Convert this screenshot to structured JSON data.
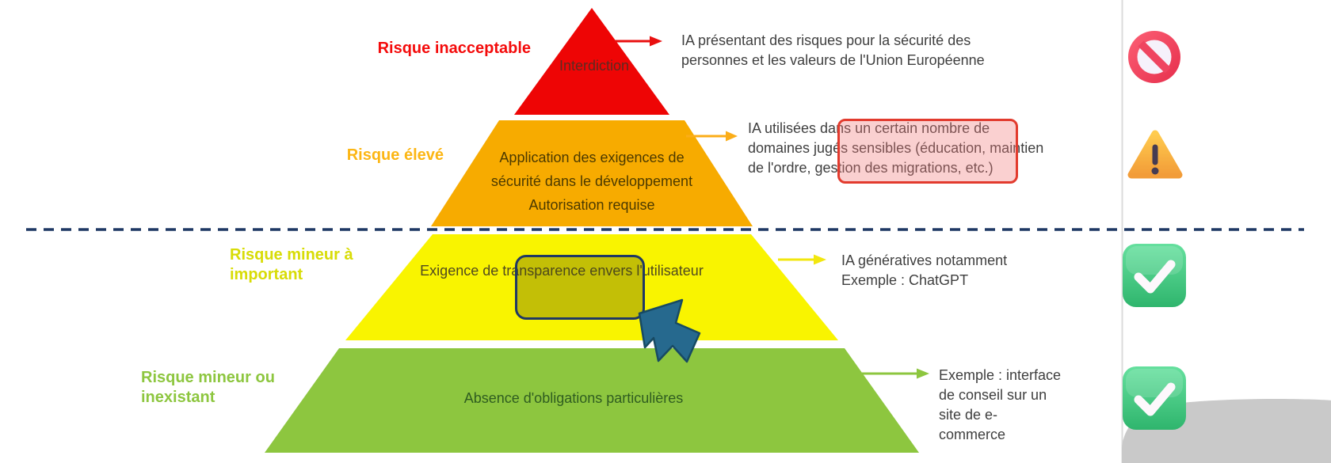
{
  "diagram": {
    "type": "risk-pyramid",
    "separator_style": "dashed",
    "levels": [
      {
        "name_lines": [
          "Risque inacceptable"
        ],
        "label_color": "#F40B0B",
        "shape_color": "#EE0505",
        "inner_lines": [
          "Interdiction"
        ],
        "annotation_lines": [
          "IA présentant des risques pour la sécurité des",
          "personnes et les valeurs de l'Union Européenne"
        ],
        "icon": "prohibition-icon"
      },
      {
        "name_lines": [
          "Risque élevé"
        ],
        "label_color": "#FCB614",
        "shape_color": "#F7AB00",
        "inner_lines": [
          "Application des exigences de",
          "sécurité dans le développement",
          "Autorisation requise"
        ],
        "annotation_lines": [
          "IA utilisées dans un certain nombre de",
          "domaines jugés sensibles (éducation, maintien",
          "de l'ordre, gestion des migrations, etc.)"
        ],
        "icon": "warning-icon"
      },
      {
        "name_lines": [
          "Risque mineur à",
          "important"
        ],
        "label_color": "#D8DC06",
        "shape_color": "#F9F400",
        "inner_lines": [
          "Exigence de transparence envers l'utilisateur"
        ],
        "annotation_lines": [
          "IA génératives notamment",
          "Exemple : ChatGPT"
        ],
        "icon": "check-icon"
      },
      {
        "name_lines": [
          "Risque mineur ou",
          "inexistant"
        ],
        "label_color": "#8DC63F",
        "shape_color": "#8DC63F",
        "inner_lines": [
          "Absence d'obligations particulières"
        ],
        "annotation_lines": [
          "Exemple : interface",
          "de conseil sur un",
          "site de e-",
          "commerce"
        ],
        "icon": "check-icon"
      }
    ],
    "colors": {
      "dashed_line": "#1F3864",
      "arrow_red": "#E90F0F",
      "arrow_orange": "#FBAD18",
      "arrow_yellow": "#F2E70E",
      "arrow_green": "#8DC63F",
      "highlight_red_border": "#E23B2E",
      "highlight_navy_border": "#1F3864",
      "cursor_blue": "#26698E",
      "corner_shape_gray": "#C9C9C9"
    }
  }
}
